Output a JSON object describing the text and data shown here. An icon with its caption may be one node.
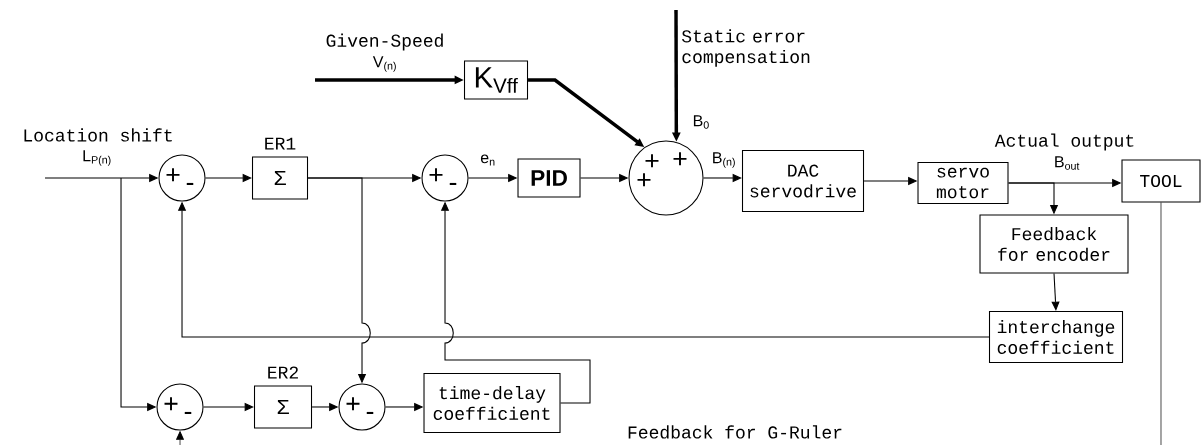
{
  "diagram": {
    "nodes": [
      {
        "text": [
          "+",
          "-"
        ]
      },
      {
        "text": [
          "ER1",
          "Σ"
        ]
      },
      {
        "text": [
          "+",
          "-"
        ]
      },
      {
        "text": [
          "PID"
        ]
      },
      {
        "text": [
          "+",
          "+",
          "+"
        ]
      },
      {
        "text": [
          "K$_{Vff}$"
        ]
      },
      {
        "text": [
          "DAC servodrive"
        ]
      },
      {
        "text": [
          "servo motor"
        ]
      },
      {
        "text": [
          "TOOL"
        ]
      },
      {
        "text": [
          "Feedback for encoder"
        ]
      },
      {
        "text": [
          "interchange coefficient"
        ]
      },
      {
        "text": [
          "+",
          "-"
        ]
      },
      {
        "text": [
          "ER2",
          "Σ"
        ]
      },
      {
        "text": [
          "+",
          "-"
        ]
      },
      {
        "text": [
          "time-delay coefficient"
        ]
      }
    ],
    "edges": [
      {
        "from": null,
        "to": 0,
        "arrow": "to",
        "label": "L$_{P(n)}$"
      },
      {
        "from": 0,
        "to": 1,
        "arrow": "to"
      },
      {
        "from": 1,
        "to": 2,
        "arrow": "to"
      },
      {
        "from": 2,
        "to": 3,
        "arrow": "to",
        "label": "e$_{n}$"
      },
      {
        "from": 3,
        "to": 4,
        "arrow": "to"
      },
      {
        "from": null,
        "to": 5,
        "arrow": "to",
        "label": "V$_{(n)}$",
        "style": "thick"
      },
      {
        "from": 5,
        "to": 4,
        "arrow": "to",
        "style": "thick"
      },
      {
        "from": null,
        "to": 4,
        "arrow": "to",
        "label": "B$_{0}$",
        "style": "thick"
      },
      {
        "from": 4,
        "to": 6,
        "arrow": "to",
        "label": "B$_{(n)}$"
      },
      {
        "from": 6,
        "to": 7,
        "arrow": "to"
      },
      {
        "from": 7,
        "to": 8,
        "arrow": "to",
        "label": "B$_{out}$"
      },
      {
        "from": 7,
        "to": 9,
        "arrow": "to"
      },
      {
        "from": 9,
        "to": 10,
        "arrow": "to"
      },
      {
        "from": 10,
        "to": 0,
        "arrow": "to"
      },
      {
        "from": 14,
        "to": 2,
        "arrow": "to"
      },
      {
        "from": 1,
        "to": 13,
        "arrow": "to"
      },
      {
        "from": null,
        "to": 11,
        "arrow": "to"
      },
      {
        "from": 11,
        "to": 12,
        "arrow": "to"
      },
      {
        "from": 12,
        "to": 13,
        "arrow": "to"
      },
      {
        "from": 13,
        "to": 14,
        "arrow": "to"
      },
      {
        "from": null,
        "to": 11,
        "arrow": "to"
      },
      {
        "from": 8,
        "to": null,
        "arrow": "none"
      }
    ],
    "labels": [
      "Location shift",
      "Given-Speed",
      "Static error compensation",
      "Actual output",
      "Feedback for G-Ruler"
    ]
  }
}
